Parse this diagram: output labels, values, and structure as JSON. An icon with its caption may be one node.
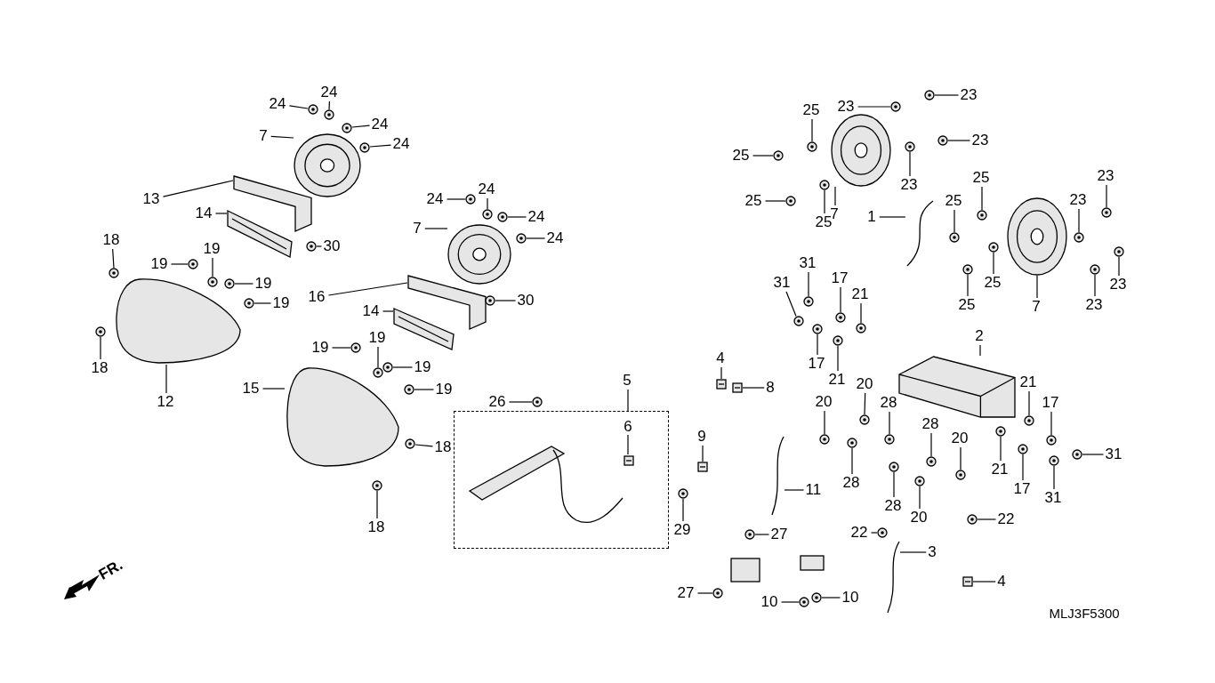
{
  "diagram": {
    "nodes": [
      {
        "text": [],
        "shape": "box"
      },
      {
        "text": [
          "24"
        ]
      },
      {
        "text": [
          "24"
        ]
      },
      {
        "text": [
          "24"
        ]
      },
      {
        "text": [
          "24"
        ]
      },
      {
        "text": [
          "7"
        ]
      },
      {
        "text": [
          "13"
        ]
      },
      {
        "text": [
          "14"
        ]
      },
      {
        "text": [
          "18"
        ]
      },
      {
        "text": [
          "30"
        ]
      },
      {
        "text": [
          "19"
        ]
      },
      {
        "text": [
          "19"
        ]
      },
      {
        "text": [
          "19"
        ]
      },
      {
        "text": [
          "19"
        ]
      },
      {
        "text": [
          "18"
        ]
      },
      {
        "text": [
          "12"
        ]
      },
      {
        "text": [
          "24"
        ]
      },
      {
        "text": [
          "24"
        ]
      },
      {
        "text": [
          "24"
        ]
      },
      {
        "text": [
          "7"
        ]
      },
      {
        "text": [
          "24"
        ]
      },
      {
        "text": [
          "16"
        ]
      },
      {
        "text": [
          "14"
        ]
      },
      {
        "text": [
          "30"
        ]
      },
      {
        "text": [
          "19"
        ]
      },
      {
        "text": [
          "19"
        ]
      },
      {
        "text": [
          "19"
        ]
      },
      {
        "text": [
          "19"
        ]
      },
      {
        "text": [
          "15"
        ]
      },
      {
        "text": [
          "18"
        ]
      },
      {
        "text": [
          "18"
        ]
      },
      {
        "text": [
          "26"
        ]
      },
      {
        "text": [
          "5"
        ]
      },
      {
        "text": [
          "6"
        ],
        "in": 0
      },
      {
        "text": [
          "4"
        ]
      },
      {
        "text": [
          "8"
        ]
      },
      {
        "text": [
          "9"
        ]
      },
      {
        "text": [
          "29"
        ]
      },
      {
        "text": [
          "11"
        ]
      },
      {
        "text": [
          "27"
        ]
      },
      {
        "text": [
          "27"
        ]
      },
      {
        "text": [
          "10"
        ]
      },
      {
        "text": [
          "10"
        ]
      },
      {
        "text": [
          "22"
        ]
      },
      {
        "text": [
          "3"
        ]
      },
      {
        "text": [
          "22"
        ]
      },
      {
        "text": [
          "4"
        ]
      },
      {
        "text": [
          "25"
        ]
      },
      {
        "text": [
          "25"
        ]
      },
      {
        "text": [
          "23"
        ]
      },
      {
        "text": [
          "23"
        ]
      },
      {
        "text": [
          "23"
        ]
      },
      {
        "text": [
          "25"
        ]
      },
      {
        "text": [
          "7"
        ]
      },
      {
        "text": [
          "25"
        ]
      },
      {
        "text": [
          "23"
        ]
      },
      {
        "text": [
          "1"
        ]
      },
      {
        "text": [
          "25"
        ]
      },
      {
        "text": [
          "25"
        ]
      },
      {
        "text": [
          "23"
        ]
      },
      {
        "text": [
          "23"
        ]
      },
      {
        "text": [
          "25"
        ]
      },
      {
        "text": [
          "25"
        ]
      },
      {
        "text": [
          "7"
        ]
      },
      {
        "text": [
          "23"
        ]
      },
      {
        "text": [
          "23"
        ]
      },
      {
        "text": [
          "31"
        ]
      },
      {
        "text": [
          "31"
        ]
      },
      {
        "text": [
          "17"
        ]
      },
      {
        "text": [
          "21"
        ]
      },
      {
        "text": [
          "2"
        ]
      },
      {
        "text": [
          "17"
        ]
      },
      {
        "text": [
          "21"
        ]
      },
      {
        "text": [
          "20"
        ]
      },
      {
        "text": [
          "20"
        ]
      },
      {
        "text": [
          "28"
        ]
      },
      {
        "text": [
          "21"
        ]
      },
      {
        "text": [
          "17"
        ]
      },
      {
        "text": [
          "28"
        ]
      },
      {
        "text": [
          "20"
        ]
      },
      {
        "text": [
          "21"
        ]
      },
      {
        "text": [
          "17"
        ]
      },
      {
        "text": [
          "31"
        ]
      },
      {
        "text": [
          "31"
        ]
      },
      {
        "text": [
          "28"
        ]
      },
      {
        "text": [
          "28"
        ]
      },
      {
        "text": [
          "20"
        ]
      },
      {
        "text": [],
        "shape": "picture"
      },
      {
        "text": [],
        "shape": "picture"
      },
      {
        "text": [],
        "shape": "picture"
      },
      {
        "text": [],
        "shape": "picture"
      },
      {
        "text": [],
        "shape": "picture"
      },
      {
        "text": [],
        "shape": "picture"
      },
      {
        "text": [],
        "shape": "picture"
      },
      {
        "text": [],
        "shape": "picture"
      },
      {
        "text": [],
        "shape": "picture"
      },
      {
        "text": [],
        "shape": "picture"
      },
      {
        "text": [],
        "shape": "picture"
      },
      {
        "text": [],
        "shape": "picture"
      },
      {
        "text": [],
        "shape": "picture"
      },
      {
        "text": [],
        "shape": "picture"
      },
      {
        "text": [],
        "shape": "picture"
      },
      {
        "text": [],
        "shape": "picture"
      },
      {
        "text": [],
        "shape": "picture"
      },
      {
        "text": [],
        "shape": "picture"
      },
      {
        "text": [],
        "shape": "picture"
      },
      {
        "text": [],
        "shape": "picture"
      },
      {
        "text": [],
        "shape": "picture"
      },
      {
        "text": [],
        "shape": "picture"
      },
      {
        "text": [],
        "shape": "picture"
      },
      {
        "text": [],
        "shape": "picture"
      },
      {
        "text": [],
        "shape": "picture"
      },
      {
        "text": [],
        "shape": "picture"
      },
      {
        "text": [],
        "shape": "picture"
      },
      {
        "text": [],
        "shape": "picture"
      },
      {
        "text": [],
        "shape": "picture"
      },
      {
        "text": [],
        "shape": "picture"
      },
      {
        "text": [],
        "shape": "picture"
      },
      {
        "text": [],
        "shape": "picture",
        "in": 0
      },
      {
        "text": [],
        "shape": "picture"
      },
      {
        "text": [],
        "shape": "picture"
      },
      {
        "text": [],
        "shape": "picture"
      },
      {
        "text": [],
        "shape": "picture"
      },
      {
        "text": [],
        "shape": "picture"
      },
      {
        "text": [],
        "shape": "picture"
      },
      {
        "text": [],
        "shape": "picture"
      },
      {
        "text": [],
        "shape": "picture"
      },
      {
        "text": [],
        "shape": "picture"
      },
      {
        "text": [],
        "shape": "picture"
      },
      {
        "text": [],
        "shape": "picture"
      },
      {
        "text": [],
        "shape": "picture"
      },
      {
        "text": [],
        "shape": "picture"
      },
      {
        "text": [],
        "shape": "picture"
      },
      {
        "text": [],
        "shape": "picture"
      },
      {
        "text": [],
        "shape": "picture"
      },
      {
        "text": [],
        "shape": "picture"
      },
      {
        "text": [],
        "shape": "picture"
      },
      {
        "text": [],
        "shape": "picture"
      },
      {
        "text": [],
        "shape": "picture"
      },
      {
        "text": [],
        "shape": "picture"
      },
      {
        "text": [],
        "shape": "picture"
      },
      {
        "text": [],
        "shape": "picture"
      },
      {
        "text": [],
        "shape": "picture"
      },
      {
        "text": [],
        "shape": "picture"
      },
      {
        "text": [],
        "shape": "picture"
      },
      {
        "text": [],
        "shape": "picture"
      },
      {
        "text": [],
        "shape": "picture"
      },
      {
        "text": [],
        "shape": "picture"
      },
      {
        "text": [],
        "shape": "picture"
      },
      {
        "text": [],
        "shape": "picture"
      },
      {
        "text": [],
        "shape": "picture"
      },
      {
        "text": [],
        "shape": "picture"
      },
      {
        "text": [],
        "shape": "picture"
      },
      {
        "text": [],
        "shape": "picture"
      },
      {
        "text": [],
        "shape": "picture"
      },
      {
        "text": [],
        "shape": "picture"
      },
      {
        "text": [],
        "shape": "picture"
      },
      {
        "text": [],
        "shape": "picture"
      },
      {
        "text": [],
        "shape": "picture"
      },
      {
        "text": [],
        "shape": "picture"
      },
      {
        "text": [],
        "shape": "picture"
      },
      {
        "text": [],
        "shape": "picture"
      },
      {
        "text": [],
        "shape": "picture"
      },
      {
        "text": [],
        "shape": "picture"
      },
      {
        "text": [],
        "shape": "picture"
      },
      {
        "text": [],
        "shape": "picture"
      },
      {
        "text": [],
        "shape": "picture"
      },
      {
        "text": [],
        "shape": "picture"
      },
      {
        "text": [],
        "shape": "picture"
      },
      {
        "text": [],
        "shape": "picture"
      },
      {
        "text": [],
        "shape": "picture"
      },
      {
        "text": [],
        "shape": "picture"
      }
    ],
    "edges": [
      {
        "from": 1,
        "to": 87,
        "arrow": "none"
      },
      {
        "from": 2,
        "to": 88,
        "arrow": "none"
      },
      {
        "from": 3,
        "to": 89,
        "arrow": "none"
      },
      {
        "from": 4,
        "to": 90,
        "arrow": "none"
      },
      {
        "from": 5,
        "to": 91,
        "arrow": "none"
      },
      {
        "from": 6,
        "to": 92,
        "arrow": "none"
      },
      {
        "from": 7,
        "to": 93,
        "arrow": "none"
      },
      {
        "from": 8,
        "to": 94,
        "arrow": "none"
      },
      {
        "from": 9,
        "to": 95,
        "arrow": "none"
      },
      {
        "from": 10,
        "to": 96,
        "arrow": "none"
      },
      {
        "from": 11,
        "to": 97,
        "arrow": "none"
      },
      {
        "from": 12,
        "to": 98,
        "arrow": "none"
      },
      {
        "from": 13,
        "to": 99,
        "arrow": "none"
      },
      {
        "from": 14,
        "to": 100,
        "arrow": "none"
      },
      {
        "from": 15,
        "to": 101,
        "arrow": "none"
      },
      {
        "from": 16,
        "to": 102,
        "arrow": "none"
      },
      {
        "from": 17,
        "to": 103,
        "arrow": "none"
      },
      {
        "from": 18,
        "to": 104,
        "arrow": "none"
      },
      {
        "from": 19,
        "to": 105,
        "arrow": "none"
      },
      {
        "from": 20,
        "to": 106,
        "arrow": "none"
      },
      {
        "from": 21,
        "to": 107,
        "arrow": "none"
      },
      {
        "from": 22,
        "to": 108,
        "arrow": "none"
      },
      {
        "from": 23,
        "to": 109,
        "arrow": "none"
      },
      {
        "from": 24,
        "to": 110,
        "arrow": "none"
      },
      {
        "from": 25,
        "to": 111,
        "arrow": "none"
      },
      {
        "from": 26,
        "to": 112,
        "arrow": "none"
      },
      {
        "from": 27,
        "to": 113,
        "arrow": "none"
      },
      {
        "from": 28,
        "to": 114,
        "arrow": "none"
      },
      {
        "from": 29,
        "to": 115,
        "arrow": "none"
      },
      {
        "from": 30,
        "to": 116,
        "arrow": "none"
      },
      {
        "from": 31,
        "to": 117,
        "arrow": "none"
      },
      {
        "from": 32,
        "to": 0,
        "arrow": "none"
      },
      {
        "from": 33,
        "to": 118,
        "arrow": "none"
      },
      {
        "from": 34,
        "to": 119,
        "arrow": "none"
      },
      {
        "from": 35,
        "to": 120,
        "arrow": "none"
      },
      {
        "from": 36,
        "to": 121,
        "arrow": "none"
      },
      {
        "from": 37,
        "to": 122,
        "arrow": "none"
      },
      {
        "from": 38,
        "to": 123,
        "arrow": "none"
      },
      {
        "from": 39,
        "to": 124,
        "arrow": "none"
      },
      {
        "from": 40,
        "to": 125,
        "arrow": "none"
      },
      {
        "from": 41,
        "to": 126,
        "arrow": "none"
      },
      {
        "from": 42,
        "to": 127,
        "arrow": "none"
      },
      {
        "from": 43,
        "to": 128,
        "arrow": "none"
      },
      {
        "from": 44,
        "to": 129,
        "arrow": "none"
      },
      {
        "from": 45,
        "to": 130,
        "arrow": "none"
      },
      {
        "from": 46,
        "to": 131,
        "arrow": "none"
      },
      {
        "from": 47,
        "to": 132,
        "arrow": "none"
      },
      {
        "from": 48,
        "to": 133,
        "arrow": "none"
      },
      {
        "from": 49,
        "to": 134,
        "arrow": "none"
      },
      {
        "from": 50,
        "to": 135,
        "arrow": "none"
      },
      {
        "from": 51,
        "to": 136,
        "arrow": "none"
      },
      {
        "from": 52,
        "to": 137,
        "arrow": "none"
      },
      {
        "from": 53,
        "to": 138,
        "arrow": "none"
      },
      {
        "from": 54,
        "to": 139,
        "arrow": "none"
      },
      {
        "from": 55,
        "to": 140,
        "arrow": "none"
      },
      {
        "from": 56,
        "to": 141,
        "arrow": "none"
      },
      {
        "from": 57,
        "to": 142,
        "arrow": "none"
      },
      {
        "from": 58,
        "to": 143,
        "arrow": "none"
      },
      {
        "from": 59,
        "to": 144,
        "arrow": "none"
      },
      {
        "from": 60,
        "to": 145,
        "arrow": "none"
      },
      {
        "from": 61,
        "to": 146,
        "arrow": "none"
      },
      {
        "from": 62,
        "to": 147,
        "arrow": "none"
      },
      {
        "from": 63,
        "to": 148,
        "arrow": "none"
      },
      {
        "from": 64,
        "to": 149,
        "arrow": "none"
      },
      {
        "from": 65,
        "to": 150,
        "arrow": "none"
      },
      {
        "from": 66,
        "to": 151,
        "arrow": "none"
      },
      {
        "from": 67,
        "to": 152,
        "arrow": "none"
      },
      {
        "from": 68,
        "to": 153,
        "arrow": "none"
      },
      {
        "from": 69,
        "to": 154,
        "arrow": "none"
      },
      {
        "from": 70,
        "to": 155,
        "arrow": "none"
      },
      {
        "from": 71,
        "to": 156,
        "arrow": "none"
      },
      {
        "from": 72,
        "to": 157,
        "arrow": "none"
      },
      {
        "from": 73,
        "to": 158,
        "arrow": "none"
      },
      {
        "from": 74,
        "to": 159,
        "arrow": "none"
      },
      {
        "from": 75,
        "to": 160,
        "arrow": "none"
      },
      {
        "from": 76,
        "to": 161,
        "arrow": "none"
      },
      {
        "from": 77,
        "to": 162,
        "arrow": "none"
      },
      {
        "from": 78,
        "to": 163,
        "arrow": "none"
      },
      {
        "from": 79,
        "to": 164,
        "arrow": "none"
      },
      {
        "from": 80,
        "to": 165,
        "arrow": "none"
      },
      {
        "from": 81,
        "to": 166,
        "arrow": "none"
      },
      {
        "from": 82,
        "to": 167,
        "arrow": "none"
      },
      {
        "from": 83,
        "to": 168,
        "arrow": "none"
      },
      {
        "from": 84,
        "to": 169,
        "arrow": "none"
      },
      {
        "from": 85,
        "to": 170,
        "arrow": "none"
      },
      {
        "from": 86,
        "to": 171,
        "arrow": "none"
      }
    ],
    "labels": [
      "FR.",
      "MLJ3F5300"
    ]
  }
}
